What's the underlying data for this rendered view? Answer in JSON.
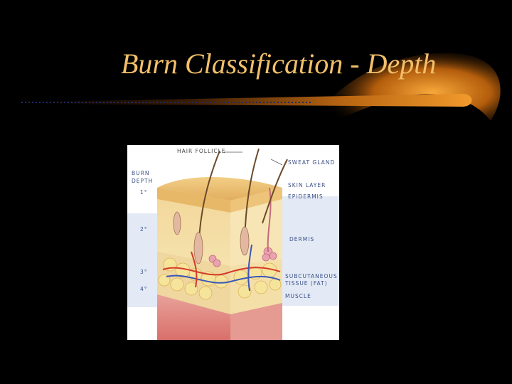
{
  "slide": {
    "title": "Burn Classification - Depth"
  },
  "diagram": {
    "labels": {
      "hair_follicle": "HAIR FOLLICLE",
      "sweat_gland": "SWEAT GLAND",
      "burn_depth_line1": "BURN",
      "burn_depth_line2": "DEPTH",
      "skin_layer": "SKIN LAYER",
      "epidermis": "EPIDERMIS",
      "dermis": "DERMIS",
      "subcutaneous_line1": "SUBCUTANEOUS",
      "subcutaneous_line2": "TISSUE (FAT)",
      "muscle": "MUSCLE"
    },
    "burn_degrees": [
      "1°",
      "2°",
      "3°",
      "4°"
    ]
  },
  "colors": {
    "title": "#f2bf6a",
    "swoosh_orange": "#e07a10",
    "label_blue": "#3a4f86",
    "panel_blue": "#dde6f3"
  }
}
